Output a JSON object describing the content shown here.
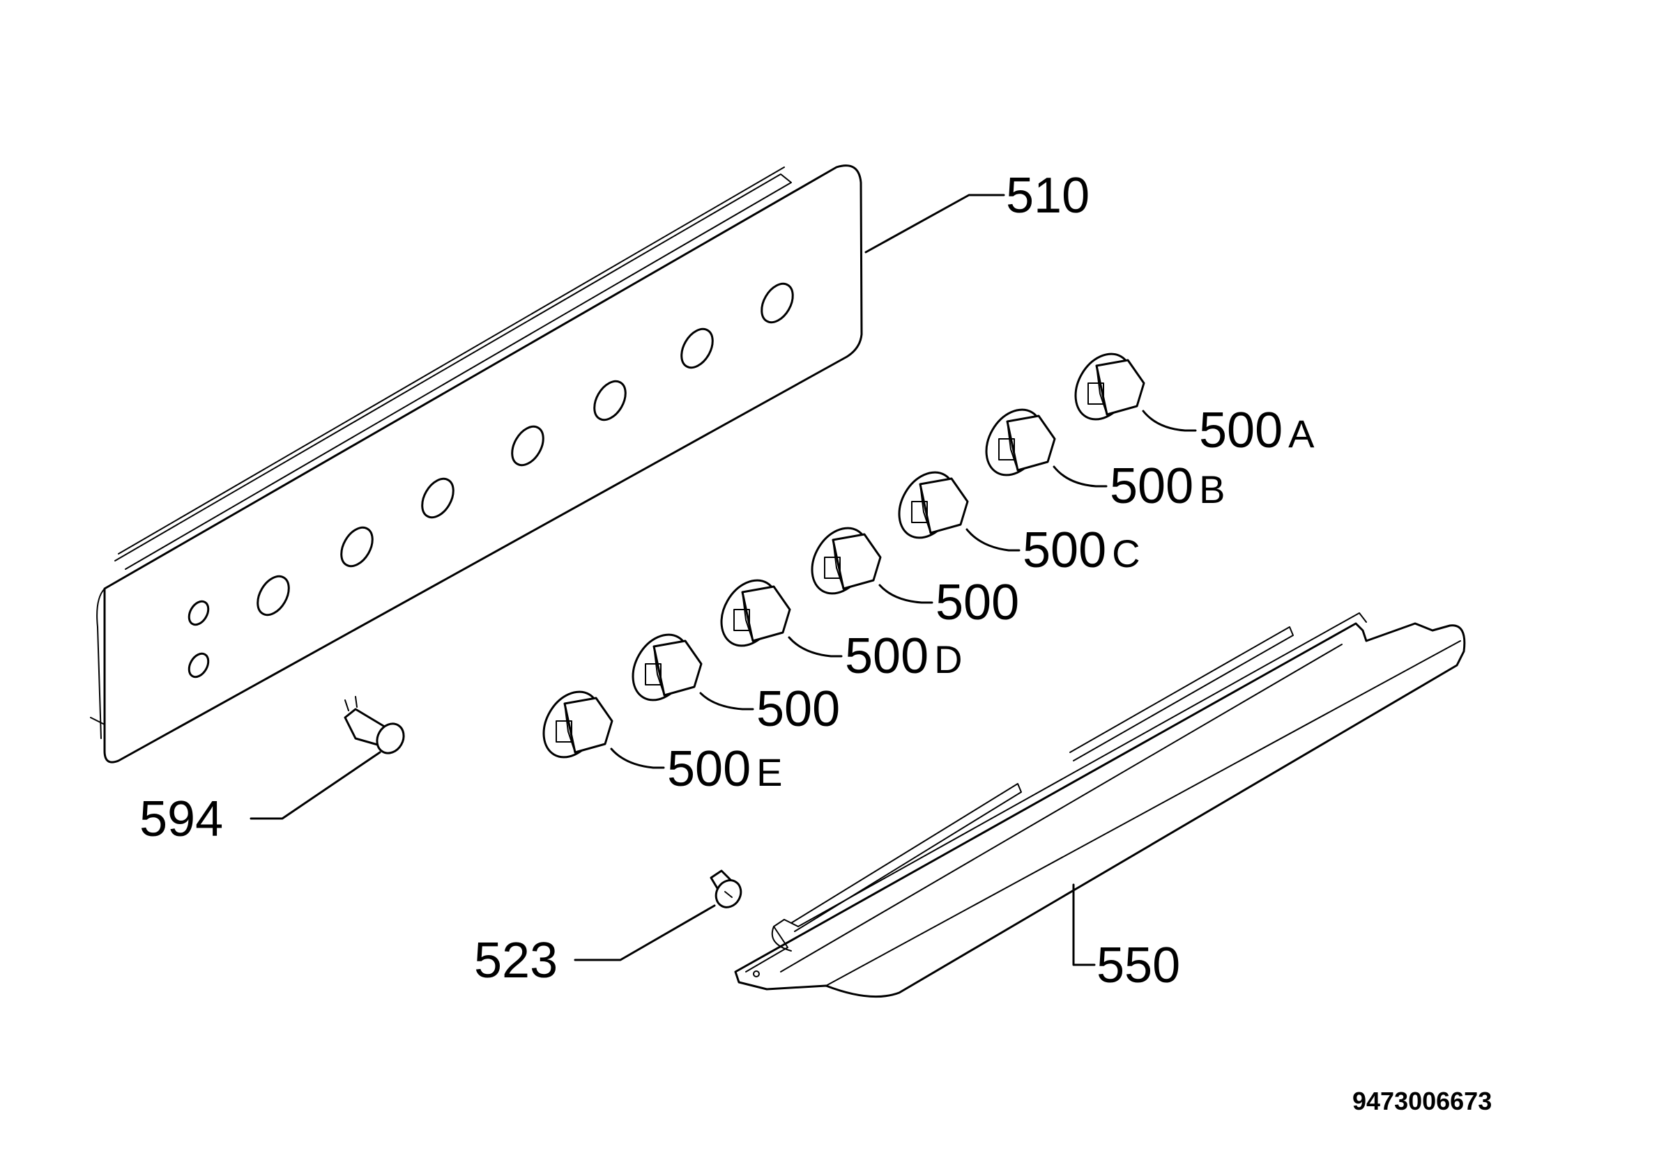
{
  "diagram": {
    "document_number": "9473006673",
    "parts": {
      "p510": "510",
      "p550": "550",
      "p594": "594",
      "p523": "523"
    },
    "knobs": [
      {
        "number": "500",
        "suffix": "A"
      },
      {
        "number": "500",
        "suffix": "B"
      },
      {
        "number": "500",
        "suffix": "C"
      },
      {
        "number": "500",
        "suffix": ""
      },
      {
        "number": "500",
        "suffix": "D"
      },
      {
        "number": "500",
        "suffix": ""
      },
      {
        "number": "500",
        "suffix": "E"
      }
    ]
  }
}
